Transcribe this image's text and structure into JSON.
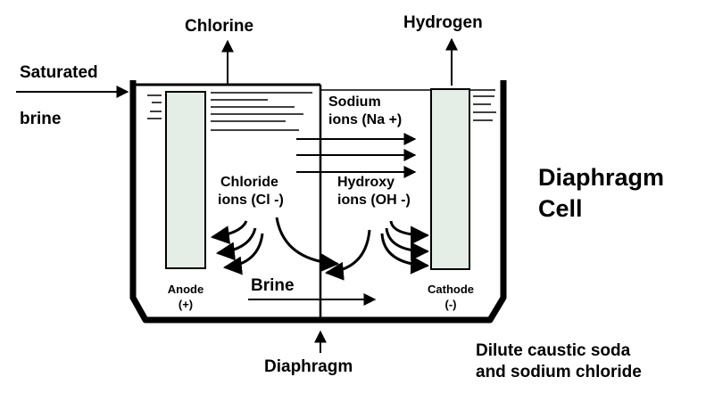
{
  "labels": {
    "chlorine": "Chlorine",
    "hydrogen": "Hydrogen",
    "saturated": "Saturated",
    "brine_in": "brine",
    "sodium_ions": [
      "Sodium",
      "ions (Na +)"
    ],
    "chloride_ions": [
      "Chloride",
      "ions (Cl -)"
    ],
    "hydroxy_ions": [
      "Hydroxy",
      "ions (OH -)"
    ],
    "title": [
      "Diaphragm",
      "Cell"
    ],
    "anode": [
      "Anode",
      "(+)"
    ],
    "brine_flow": "Brine",
    "cathode": [
      "Cathode",
      "(-)"
    ],
    "diaphragm": "Diaphragm",
    "output": [
      "Dilute caustic soda",
      "and sodium chloride"
    ]
  },
  "colors": {
    "ink": "#000000",
    "electrode_fill": "#e4ede6",
    "background": "#ffffff"
  }
}
